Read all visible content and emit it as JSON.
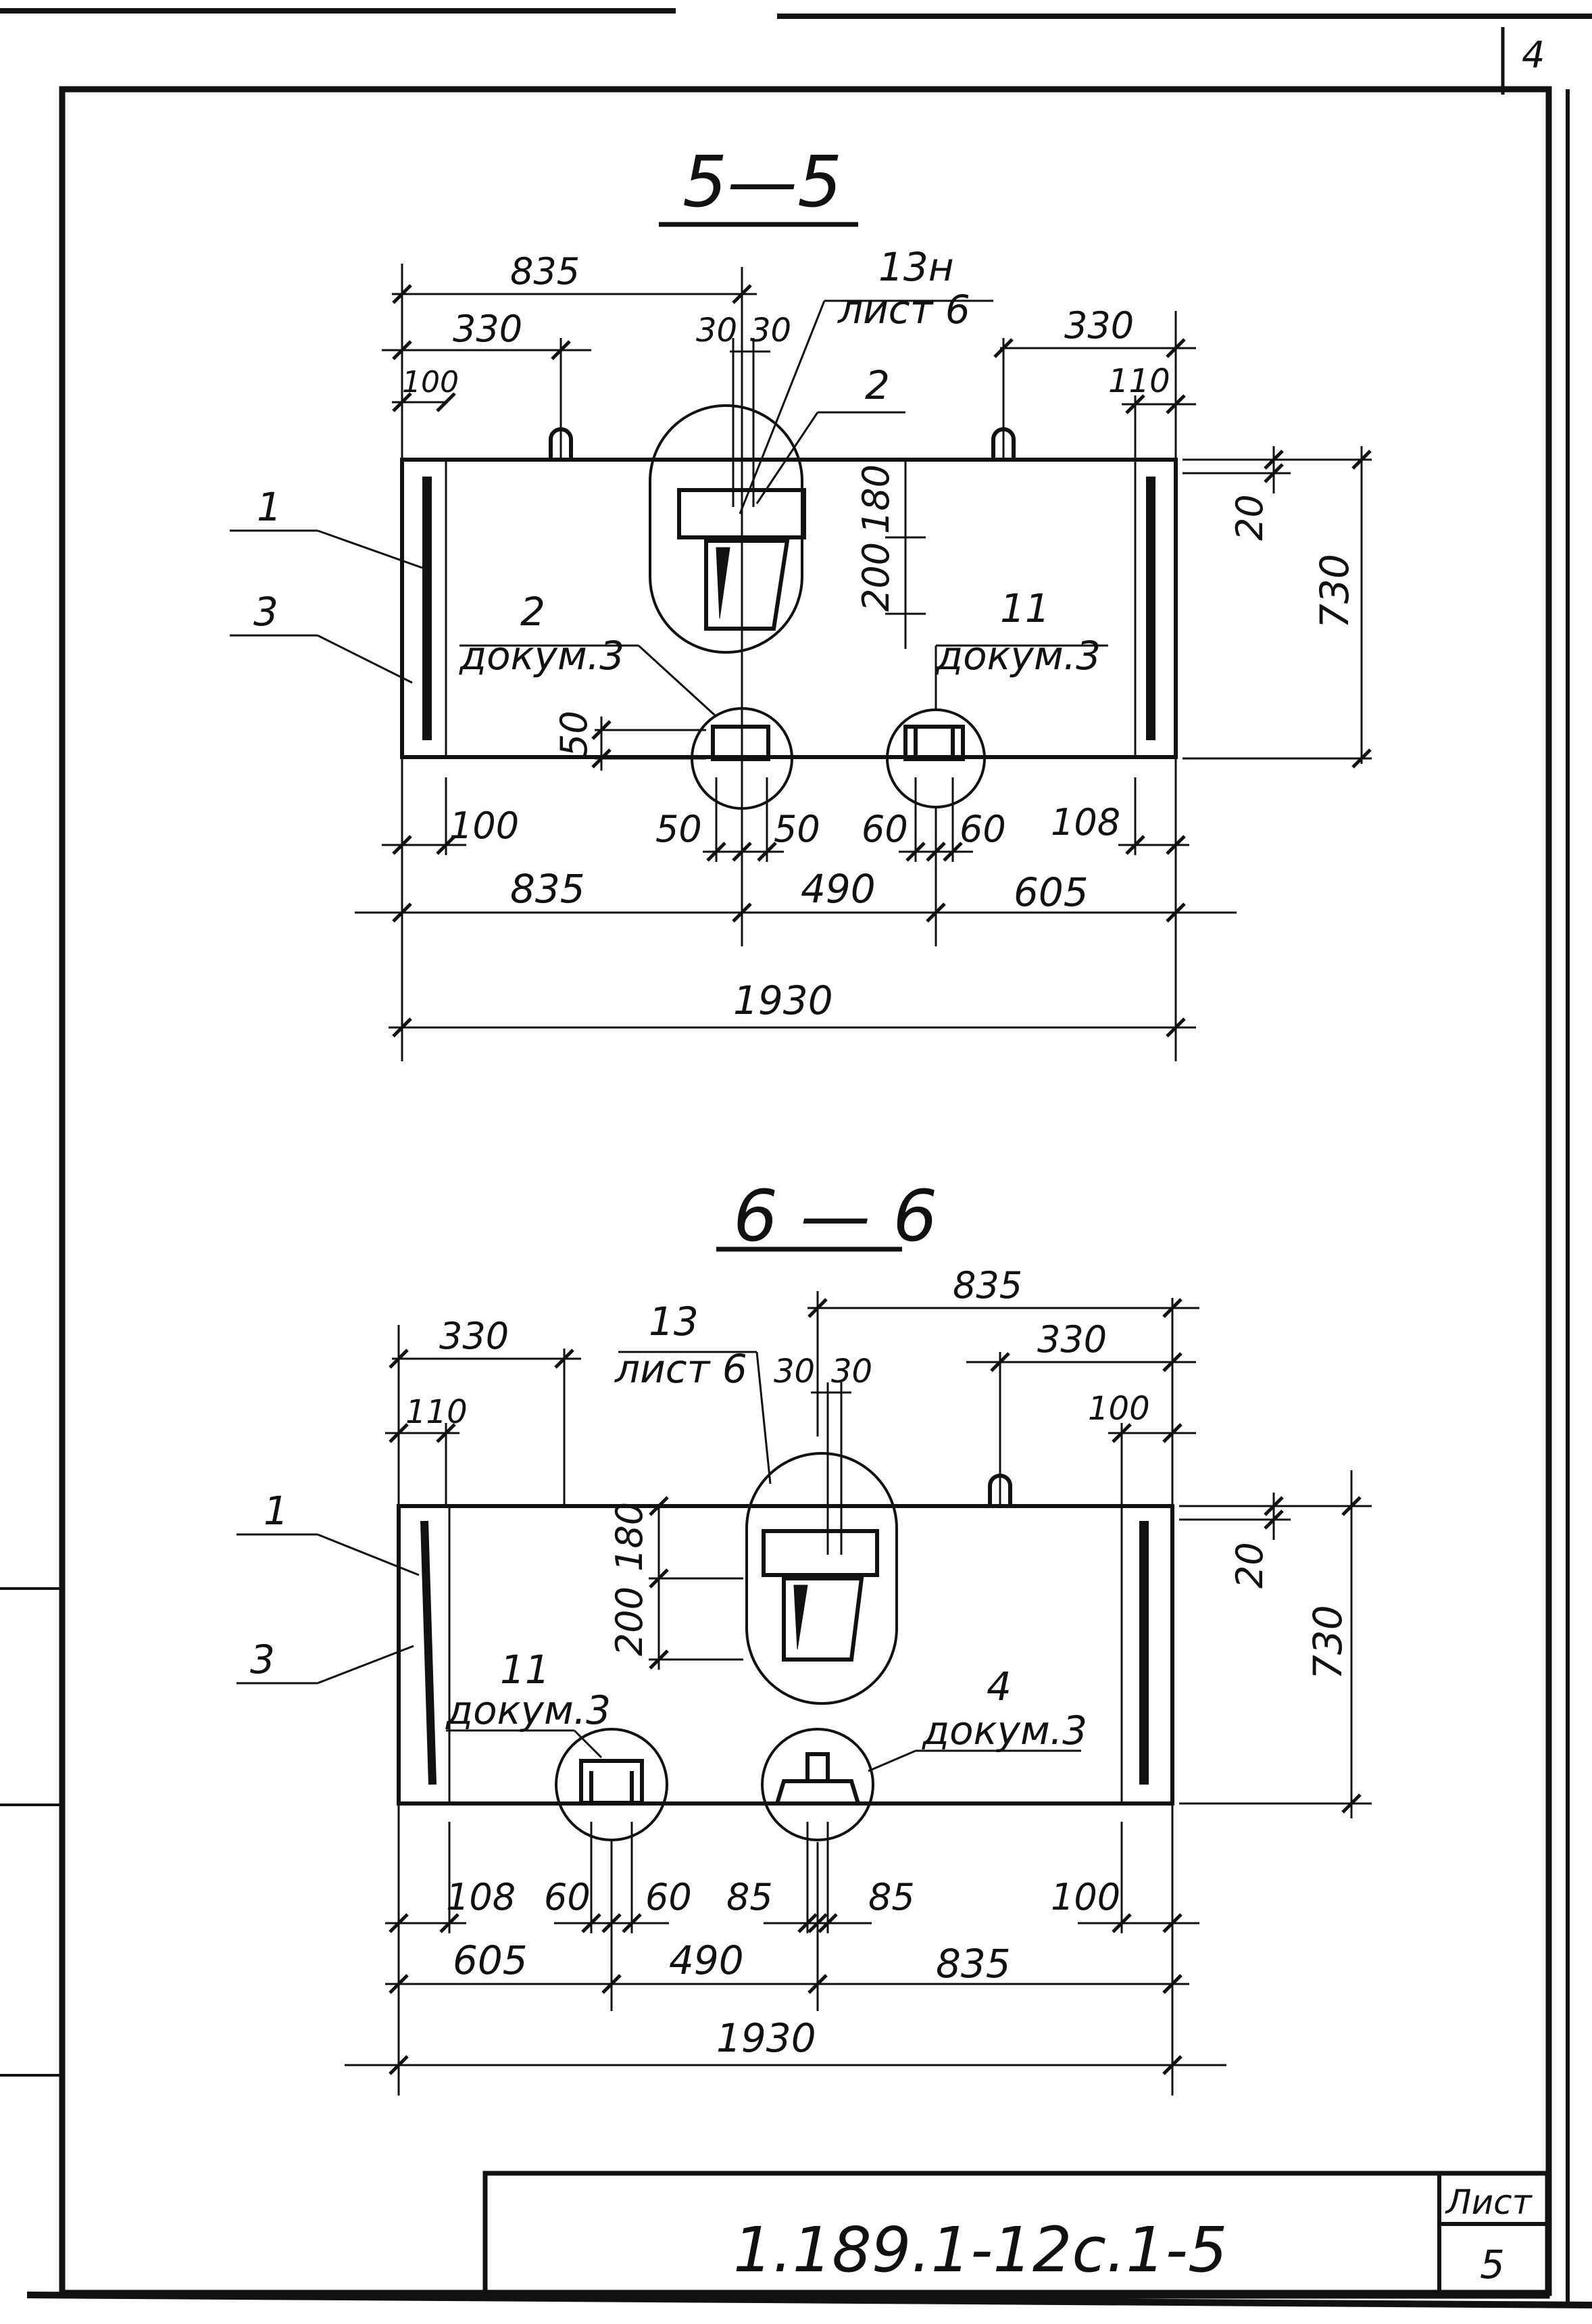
{
  "corner_mark": "4",
  "section_5": {
    "title": "5—5",
    "dims_top": [
      "835",
      "330",
      "100",
      "30",
      "30",
      "330",
      "110"
    ],
    "dims_bottom": [
      "100",
      "50",
      "50",
      "60",
      "60",
      "108",
      "835",
      "490",
      "605"
    ],
    "dims_total": "1930",
    "dims_right": [
      "20",
      "730"
    ],
    "dims_inner": [
      "180",
      "200",
      "50"
    ],
    "labels": {
      "callout_top": "13н",
      "callout_top_sheet": "лист 6",
      "item_2": "2",
      "item_1": "1",
      "item_3": "3",
      "callout_left": "2",
      "callout_left_doc": "докум.3",
      "callout_right": "11",
      "callout_right_doc": "докум.3"
    }
  },
  "section_6": {
    "title": "6 — 6",
    "dims_top": [
      "835",
      "330",
      "110",
      "30",
      "30",
      "330",
      "100"
    ],
    "dims_bottom": [
      "108",
      "60",
      "60",
      "85",
      "85",
      "100",
      "605",
      "490",
      "835"
    ],
    "dims_total": "1930",
    "dims_right": [
      "20",
      "730"
    ],
    "dims_inner": [
      "200",
      "180"
    ],
    "labels": {
      "callout_top": "13",
      "callout_top_sheet": "лист 6",
      "item_1": "1",
      "item_3": "3",
      "callout_left": "11",
      "callout_left_doc": "докум.3",
      "callout_right": "4",
      "callout_right_doc": "докум.3"
    }
  },
  "title_block": {
    "code": "1.189.1-12с.1-5",
    "sheet_label": "Лист",
    "sheet_number": "5"
  }
}
